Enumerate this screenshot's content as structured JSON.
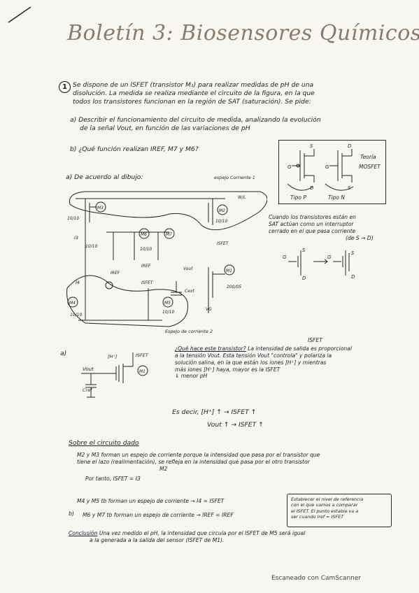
{
  "title": "Boletín 3: Biosensores Químicos",
  "problem": {
    "number": "1",
    "intro_1": "Se dispone de un ISFET (transistor M₁) para realizar medidas de pH de una",
    "intro_2": "disolución. La medida se realiza mediante el circuito de la figura, en la que",
    "intro_3": "todos los transistores funcionan en la región de SAT (saturación). Se pide:",
    "qa_1": "a) Describir el funcionamiento del circuito de medida, analizando la evolución",
    "qa_2": "de la señal Vout, en función de las variaciones de pH",
    "qb": "b) ¿Qué función realizan IREF, M7 y M6?"
  },
  "theory": {
    "label_1": "Teoría",
    "label_2": "MOSFET",
    "tipo_p": "Tipo P",
    "tipo_n": "Tipo N",
    "note_1": "Cuando los transistores están en",
    "note_2": "SAT actúan como un interruptor",
    "note_3": "cerrado en el que pasa corriente",
    "note_4": "(de S → D)"
  },
  "circuit": {
    "heading": "a) De acuerdo al dibujo:",
    "espejo_1": "espejo Corriente 1",
    "espejo_2": "Espejo de corriente 2",
    "labels": {
      "m3": "M3",
      "m2": "M2",
      "m6": "M6",
      "m7": "M7",
      "m1": "M1",
      "m4": "M4",
      "m5": "M5",
      "r1": "10/10",
      "r2": "10/10",
      "r3": "10/10",
      "r4": "10/10",
      "r5": "10/10",
      "r6": "10/10",
      "r7": "200/05",
      "i3": "I3",
      "i4": "I4",
      "iref": "IREF",
      "isfet": "ISFET",
      "vout": "Vout",
      "cext": "Cext",
      "vg": "VG",
      "wl": "W/L"
    }
  },
  "section_a": {
    "label": "a)",
    "vout": "Vout",
    "cref": "Cref",
    "h_plus": "[H⁺]",
    "isfet": "ISFET",
    "m1": "M1",
    "q_title": "¿Qué hace este transistor?",
    "line_1": "La intensidad de salida es proporcional",
    "line_2": "a la tensión Vout. Esta tensión Vout \"controla\" y polariza la",
    "line_3": "solución salina, en la que están los iones [H⁺] y mientras",
    "line_4": "más iones [H⁺] haya, mayor es la ISFET",
    "line_5": "⇓ menor pH",
    "eq_1": "Es decir,  [H⁺] ↑ → ISFET ↑",
    "eq_2": "Vout ↑ → ISFET ↑",
    "isfet_top": "ISFET"
  },
  "circuit_notes": {
    "heading": "Sobre el circuito dado",
    "b1_1": "M2 y M3 forman un espejo de corriente porque la intensidad que pasa por el transistor que",
    "b1_2": "tiene el lazo (realimentación), se refleja en la intensidad que pasa por el otro transistor",
    "b1_3": "M2",
    "b1_4": "Por tanto, ISFET = I3",
    "b2": "M4 y M5 tb forman un espejo de corriente → I4 = ISFET",
    "b3": "M6 y M7 tb forman un espejo de corriente → IREF = IREF",
    "b_label": "b)",
    "note_1": "Establecer el nivel de referencia",
    "note_2": "con el que vamos a comparar",
    "note_3": "el ISFET. El punto estable va a",
    "note_4": "ser cuando Iref = ISFET",
    "conclusion_label": "Conclusión",
    "conclusion_1": "Una vez medido el pH, la intensidad que circula por el ISFET de M5 será igual",
    "conclusion_2": "a la generada a la salida del sensor (ISFET de M1)."
  },
  "footer": "Escaneado con CamScanner"
}
